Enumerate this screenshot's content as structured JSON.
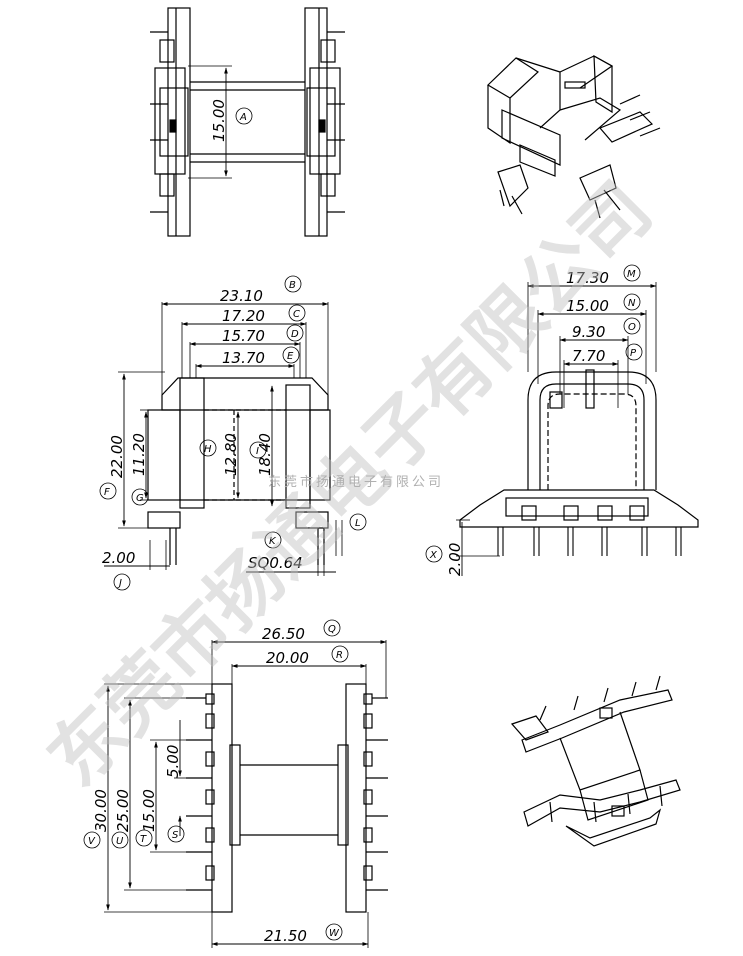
{
  "watermark_big": "东莞市扬通电子有限公司",
  "watermark_small": "东莞市扬通电子有限公司",
  "views": {
    "top": {
      "dim_a": "15.00",
      "label_a": "A"
    },
    "front": {
      "dims": {
        "b": "23.10",
        "c": "17.20",
        "d": "15.70",
        "e": "13.70",
        "f": "22.00",
        "g": "11.20",
        "h": "12.80",
        "i": "18.40",
        "j": "2.00",
        "k": "SQ0.64"
      },
      "labels": {
        "b": "B",
        "c": "C",
        "d": "D",
        "e": "E",
        "f": "F",
        "g": "G",
        "h": "H",
        "i": "I",
        "j": "J",
        "k": "K",
        "l": "L"
      }
    },
    "side": {
      "dims": {
        "m": "17.30",
        "n": "15.00",
        "o": "9.30",
        "p": "7.70",
        "x": "2.00"
      },
      "labels": {
        "m": "M",
        "n": "N",
        "o": "O",
        "p": "P",
        "x": "X"
      }
    },
    "bottom": {
      "dims": {
        "q": "26.50",
        "r": "20.00",
        "s": "5.00",
        "t": "15.00",
        "u": "25.00",
        "v": "30.00",
        "w": "21.50"
      },
      "labels": {
        "q": "Q",
        "r": "R",
        "s": "S",
        "t": "T",
        "u": "U",
        "v": "V",
        "w": "W"
      }
    }
  }
}
